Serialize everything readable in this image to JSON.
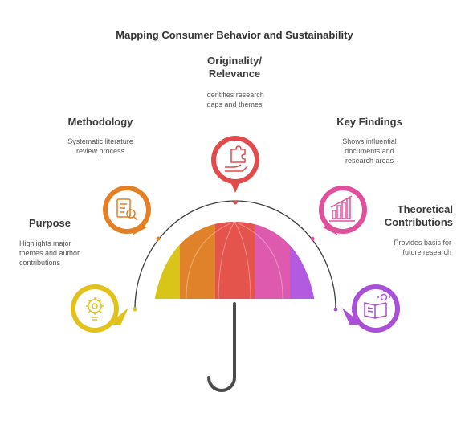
{
  "title": "Mapping Consumer Behavior and Sustainability",
  "items": [
    {
      "heading": "Purpose",
      "description": "Highlights major\nthemes and author\ncontributions",
      "icon": "gear-lightbulb-icon",
      "color": "#E2C21A"
    },
    {
      "heading": "Methodology",
      "description": "Systematic literature\nreview process",
      "icon": "document-search-icon",
      "color": "#E47F24"
    },
    {
      "heading": "Originality/\nRelevance",
      "description": "Identifies research\ngaps and themes",
      "icon": "puzzle-hand-icon",
      "color": "#E14B4B"
    },
    {
      "heading": "Key Findings",
      "description": "Shows influential\ndocuments and\nresearch areas",
      "icon": "bar-chart-icon",
      "color": "#E0509D"
    },
    {
      "heading": "Theoretical\nContributions",
      "description": "Provides basis for\nfuture research",
      "icon": "book-idea-icon",
      "color": "#A94FD8"
    }
  ],
  "umbrella_colors": [
    "#D9C51A",
    "#E0822A",
    "#E5534D",
    "#DE5AAE",
    "#B25AE0"
  ],
  "handle_color": "#555555"
}
